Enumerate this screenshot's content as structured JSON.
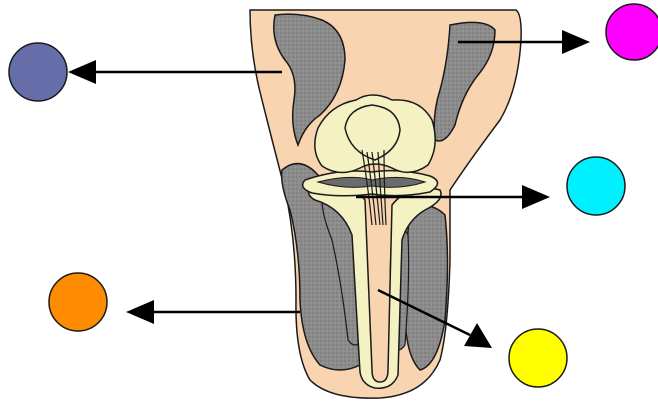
{
  "diagram": {
    "type": "anatomical-labeling",
    "colors": {
      "skin": "#f8d4b0",
      "muscle": "#8c8c8c",
      "bone": "#f4f1c2",
      "outline": "#1a1a1a",
      "arrow": "#000000"
    },
    "markers": [
      {
        "id": "marker-slate-blue",
        "color": "#656ea8",
        "label": ""
      },
      {
        "id": "marker-magenta",
        "color": "#ff00ff",
        "label": ""
      },
      {
        "id": "marker-cyan",
        "color": "#00f0ff",
        "label": ""
      },
      {
        "id": "marker-orange",
        "color": "#ff8c00",
        "label": ""
      },
      {
        "id": "marker-yellow",
        "color": "#ffff00",
        "label": ""
      }
    ]
  }
}
